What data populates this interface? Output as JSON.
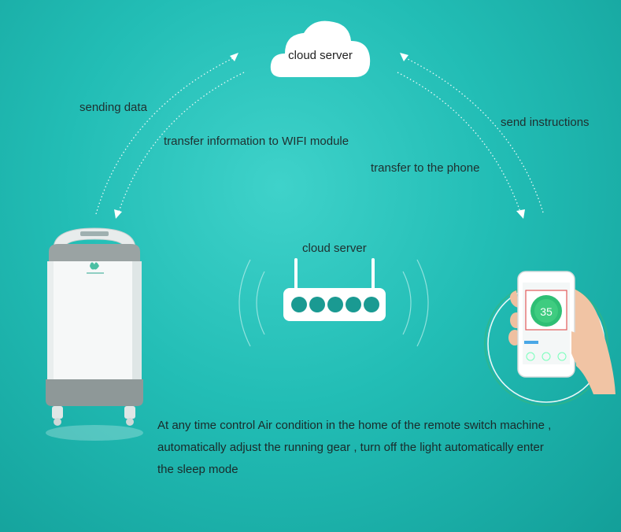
{
  "cloud": {
    "label": "cloud server"
  },
  "router": {
    "label": "cloud server"
  },
  "left_arc": {
    "outer_label": "sending data",
    "inner_label": "transfer information to WIFI module"
  },
  "right_arc": {
    "outer_label": "send instructions",
    "inner_label": "transfer to the phone"
  },
  "purifier": {
    "brand": "brand-logo"
  },
  "phone": {
    "reading": "35"
  },
  "caption": {
    "line1": "At any time control Air condition in the home  of the remote switch machine ,",
    "line2": " automatically adjust the running gear , turn off the light automatically enter",
    "line3": " the sleep mode"
  },
  "colors": {
    "background": "#22bdb5",
    "router_led": "#1a9a92",
    "phone_ring": "#37b57d"
  }
}
